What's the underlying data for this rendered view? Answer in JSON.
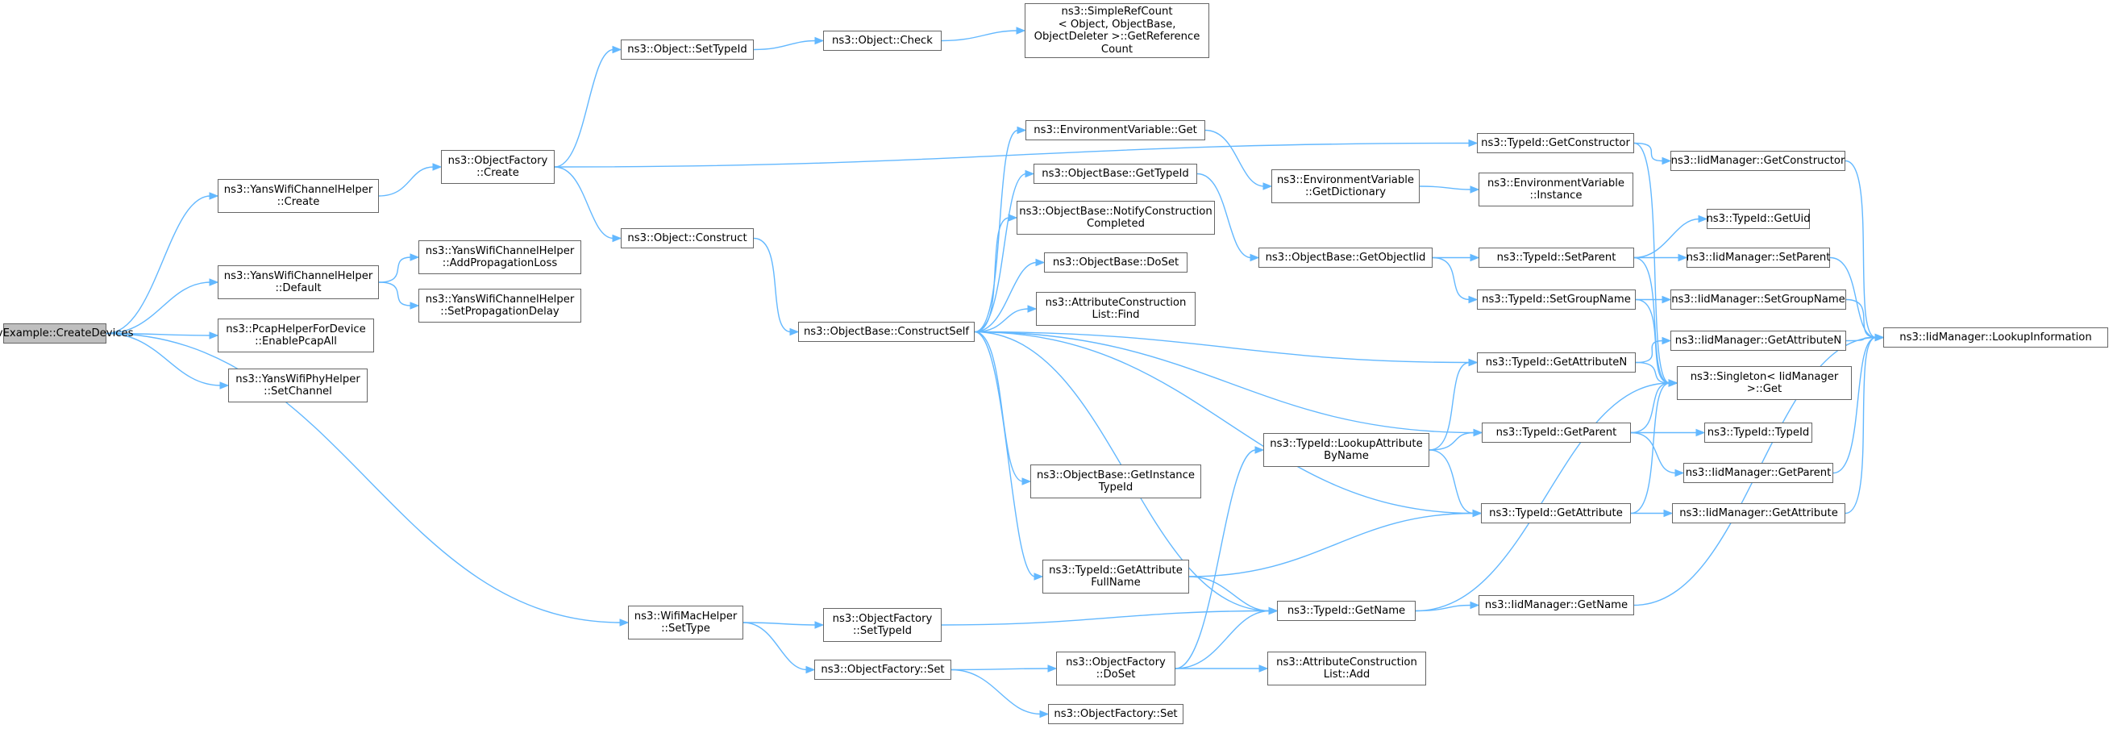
{
  "graph": {
    "kind": "call-graph",
    "nodes": [
      {
        "id": "n0",
        "lines": [
          "AodvExample::CreateDevices"
        ],
        "is_root": true
      },
      {
        "id": "n1",
        "lines": [
          "ns3::YansWifiChannelHelper",
          "::Create"
        ]
      },
      {
        "id": "n2",
        "lines": [
          "ns3::YansWifiChannelHelper",
          "::Default"
        ]
      },
      {
        "id": "n3",
        "lines": [
          "ns3::PcapHelperForDevice",
          "::EnablePcapAll"
        ]
      },
      {
        "id": "n4",
        "lines": [
          "ns3::YansWifiPhyHelper",
          "::SetChannel"
        ]
      },
      {
        "id": "n5",
        "lines": [
          "ns3::WifiMacHelper",
          "::SetType"
        ]
      },
      {
        "id": "n6",
        "lines": [
          "ns3::ObjectFactory",
          "::Create"
        ]
      },
      {
        "id": "n7",
        "lines": [
          "ns3::YansWifiChannelHelper",
          "::AddPropagationLoss"
        ]
      },
      {
        "id": "n8",
        "lines": [
          "ns3::YansWifiChannelHelper",
          "::SetPropagationDelay"
        ]
      },
      {
        "id": "n9",
        "lines": [
          "ns3::Object::SetTypeId"
        ]
      },
      {
        "id": "n10",
        "lines": [
          "ns3::Object::Construct"
        ]
      },
      {
        "id": "n11",
        "lines": [
          "ns3::Object::Check"
        ]
      },
      {
        "id": "n12",
        "lines": [
          "ns3::SimpleRefCount",
          "< Object, ObjectBase,",
          " ObjectDeleter >::GetReference",
          "Count"
        ]
      },
      {
        "id": "n13",
        "lines": [
          "ns3::ObjectBase::ConstructSelf"
        ]
      },
      {
        "id": "n14",
        "lines": [
          "ns3::EnvironmentVariable::Get"
        ]
      },
      {
        "id": "n15",
        "lines": [
          "ns3::ObjectBase::GetTypeId"
        ]
      },
      {
        "id": "n16",
        "lines": [
          "ns3::ObjectBase::NotifyConstruction",
          "Completed"
        ]
      },
      {
        "id": "n17",
        "lines": [
          "ns3::ObjectBase::DoSet"
        ]
      },
      {
        "id": "n18",
        "lines": [
          "ns3::AttributeConstruction",
          "List::Find"
        ]
      },
      {
        "id": "n19",
        "lines": [
          "ns3::ObjectBase::GetInstance",
          "TypeId"
        ]
      },
      {
        "id": "n20",
        "lines": [
          "ns3::TypeId::GetAttribute",
          "FullName"
        ]
      },
      {
        "id": "n21",
        "lines": [
          "ns3::ObjectFactory",
          "::SetTypeId"
        ]
      },
      {
        "id": "n22",
        "lines": [
          "ns3::ObjectFactory::Set"
        ]
      },
      {
        "id": "n23",
        "lines": [
          "ns3::ObjectFactory",
          "::DoSet"
        ]
      },
      {
        "id": "n24",
        "lines": [
          "ns3::ObjectFactory::Set"
        ]
      },
      {
        "id": "n25",
        "lines": [
          "ns3::EnvironmentVariable",
          "::GetDictionary"
        ]
      },
      {
        "id": "n26",
        "lines": [
          "ns3::ObjectBase::GetObjectIid"
        ]
      },
      {
        "id": "n27",
        "lines": [
          "ns3::TypeId::LookupAttribute",
          "ByName"
        ]
      },
      {
        "id": "n28",
        "lines": [
          "ns3::TypeId::GetName"
        ]
      },
      {
        "id": "n29",
        "lines": [
          "ns3::AttributeConstruction",
          "List::Add"
        ]
      },
      {
        "id": "n30",
        "lines": [
          "ns3::TypeId::GetConstructor"
        ]
      },
      {
        "id": "n31",
        "lines": [
          "ns3::EnvironmentVariable",
          "::Instance"
        ]
      },
      {
        "id": "n32",
        "lines": [
          "ns3::TypeId::SetParent"
        ]
      },
      {
        "id": "n33",
        "lines": [
          "ns3::TypeId::SetGroupName"
        ]
      },
      {
        "id": "n34",
        "lines": [
          "ns3::TypeId::GetAttributeN"
        ]
      },
      {
        "id": "n35",
        "lines": [
          "ns3::TypeId::GetParent"
        ]
      },
      {
        "id": "n36",
        "lines": [
          "ns3::TypeId::GetAttribute"
        ]
      },
      {
        "id": "n37",
        "lines": [
          "ns3::IidManager::GetName"
        ]
      },
      {
        "id": "n38",
        "lines": [
          "ns3::IidManager::GetConstructor"
        ]
      },
      {
        "id": "n39",
        "lines": [
          "ns3::TypeId::GetUid"
        ]
      },
      {
        "id": "n40",
        "lines": [
          "ns3::IidManager::SetParent"
        ]
      },
      {
        "id": "n41",
        "lines": [
          "ns3::IidManager::SetGroupName"
        ]
      },
      {
        "id": "n42",
        "lines": [
          "ns3::IidManager::GetAttributeN"
        ]
      },
      {
        "id": "n43",
        "lines": [
          "ns3::Singleton< IidManager",
          " >::Get"
        ]
      },
      {
        "id": "n44",
        "lines": [
          "ns3::TypeId::TypeId"
        ]
      },
      {
        "id": "n45",
        "lines": [
          "ns3::IidManager::GetParent"
        ]
      },
      {
        "id": "n46",
        "lines": [
          "ns3::IidManager::GetAttribute"
        ]
      },
      {
        "id": "n47",
        "lines": [
          "ns3::IidManager::LookupInformation"
        ]
      }
    ],
    "edges": [
      [
        "n0",
        "n1"
      ],
      [
        "n0",
        "n2"
      ],
      [
        "n0",
        "n3"
      ],
      [
        "n0",
        "n4"
      ],
      [
        "n0",
        "n5"
      ],
      [
        "n1",
        "n6"
      ],
      [
        "n2",
        "n7"
      ],
      [
        "n2",
        "n8"
      ],
      [
        "n6",
        "n9"
      ],
      [
        "n6",
        "n10"
      ],
      [
        "n6",
        "n30"
      ],
      [
        "n9",
        "n11"
      ],
      [
        "n11",
        "n12"
      ],
      [
        "n10",
        "n13"
      ],
      [
        "n13",
        "n14"
      ],
      [
        "n13",
        "n15"
      ],
      [
        "n13",
        "n16"
      ],
      [
        "n13",
        "n17"
      ],
      [
        "n13",
        "n18"
      ],
      [
        "n13",
        "n19"
      ],
      [
        "n13",
        "n20"
      ],
      [
        "n13",
        "n34"
      ],
      [
        "n13",
        "n35"
      ],
      [
        "n13",
        "n36"
      ],
      [
        "n13",
        "n28"
      ],
      [
        "n14",
        "n25"
      ],
      [
        "n25",
        "n31"
      ],
      [
        "n15",
        "n26"
      ],
      [
        "n26",
        "n32"
      ],
      [
        "n26",
        "n33"
      ],
      [
        "n5",
        "n21"
      ],
      [
        "n5",
        "n22"
      ],
      [
        "n21",
        "n28"
      ],
      [
        "n22",
        "n23"
      ],
      [
        "n22",
        "n24"
      ],
      [
        "n23",
        "n27"
      ],
      [
        "n23",
        "n28"
      ],
      [
        "n23",
        "n29"
      ],
      [
        "n20",
        "n36"
      ],
      [
        "n20",
        "n28"
      ],
      [
        "n27",
        "n34"
      ],
      [
        "n27",
        "n35"
      ],
      [
        "n27",
        "n36"
      ],
      [
        "n28",
        "n37"
      ],
      [
        "n28",
        "n43"
      ],
      [
        "n30",
        "n38"
      ],
      [
        "n30",
        "n43"
      ],
      [
        "n32",
        "n39"
      ],
      [
        "n32",
        "n40"
      ],
      [
        "n32",
        "n43"
      ],
      [
        "n33",
        "n41"
      ],
      [
        "n33",
        "n43"
      ],
      [
        "n34",
        "n42"
      ],
      [
        "n34",
        "n43"
      ],
      [
        "n35",
        "n43"
      ],
      [
        "n35",
        "n44"
      ],
      [
        "n35",
        "n45"
      ],
      [
        "n36",
        "n43"
      ],
      [
        "n36",
        "n46"
      ],
      [
        "n37",
        "n47"
      ],
      [
        "n38",
        "n47"
      ],
      [
        "n40",
        "n47"
      ],
      [
        "n41",
        "n47"
      ],
      [
        "n42",
        "n47"
      ],
      [
        "n45",
        "n47"
      ],
      [
        "n46",
        "n47"
      ]
    ]
  }
}
